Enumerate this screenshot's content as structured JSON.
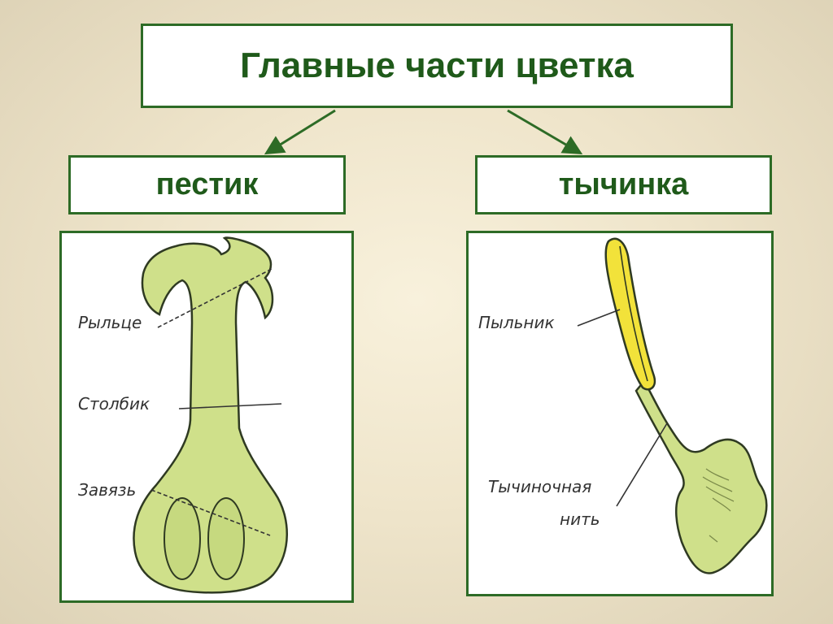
{
  "title": "Главные части цветка",
  "pistil": {
    "heading": "пестик",
    "labels": {
      "stigma": "Рыльце",
      "style": "Столбик",
      "ovary": "Завязь"
    }
  },
  "stamen": {
    "heading": "тычинка",
    "labels": {
      "anther": "Пыльник",
      "filament_line1": "Тычиночная",
      "filament_line2": "нить"
    }
  },
  "colors": {
    "frame_green": "#2d6b26",
    "text_green": "#1f5a1a",
    "organ_fill": "#cfe08a",
    "anther_fill": "#f2e23a"
  }
}
